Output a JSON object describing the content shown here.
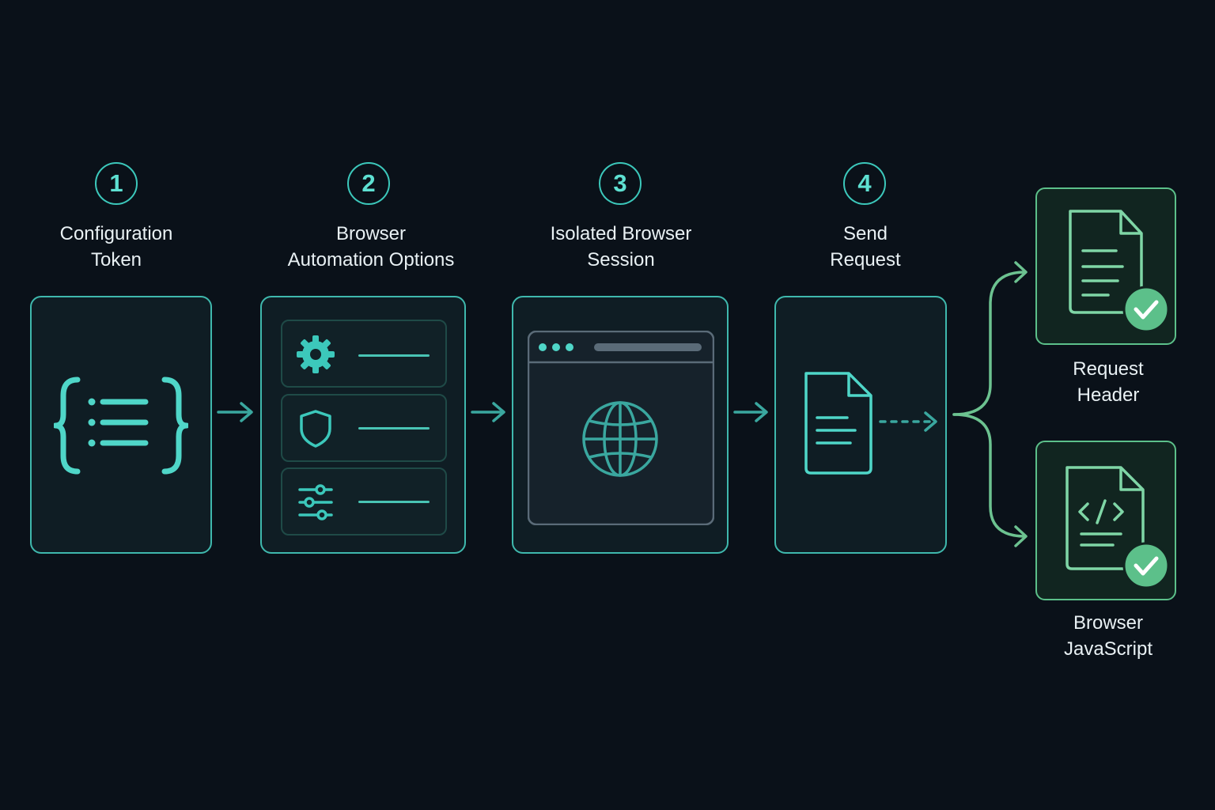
{
  "steps": [
    {
      "number": "1",
      "label_line1": "Configuration",
      "label_line2": "Token"
    },
    {
      "number": "2",
      "label_line1": "Browser",
      "label_line2": "Automation Options"
    },
    {
      "number": "3",
      "label_line1": "Isolated Browser",
      "label_line2": "Session"
    },
    {
      "number": "4",
      "label_line1": "Send",
      "label_line2": "Request"
    }
  ],
  "outputs": [
    {
      "label_line1": "Request",
      "label_line2": "Header"
    },
    {
      "label_line1": "Browser",
      "label_line2": "JavaScript"
    }
  ],
  "colors": {
    "background": "#0a1119",
    "accent_teal": "#3fb8ad",
    "accent_green": "#5cc08a",
    "text": "#e9f1f4"
  }
}
